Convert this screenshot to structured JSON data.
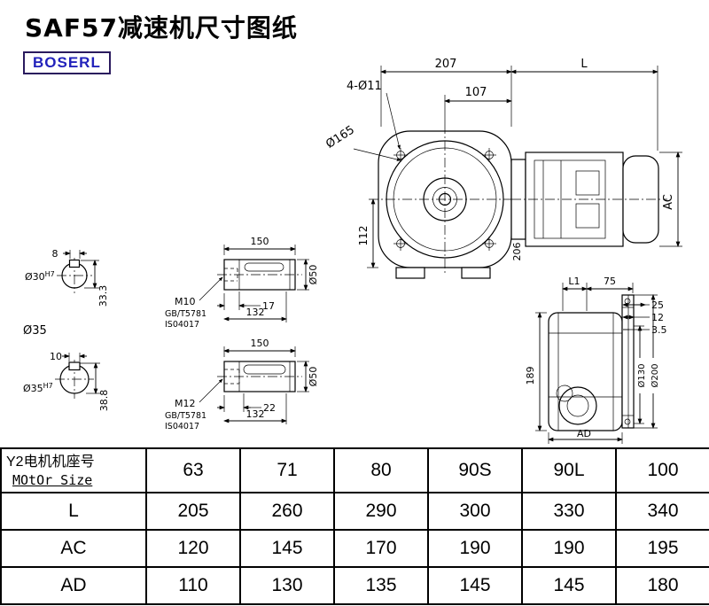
{
  "page": {
    "title": "SAF57减速机尺寸图纸",
    "brand": "BOSERL"
  },
  "front_view": {
    "dim_width": "207",
    "dim_motor_len": "L",
    "dim_107": "107",
    "dim_bolt_holes": "4-Ø11",
    "dim_flange_dia": "Ø165",
    "dim_112": "112",
    "dim_motor_height": "AC",
    "dim_206": "206"
  },
  "bore_section_top": {
    "key_width": "8",
    "bore": "Ø30",
    "tolerance": "H7",
    "depth": "33.3"
  },
  "bore_section_bottom": {
    "extra_label": "Ø35",
    "key_width": "10",
    "bore": "Ø35",
    "tolerance": "H7",
    "depth": "38.8"
  },
  "shaft_top": {
    "length": "150",
    "thread": "M10",
    "standard1": "GB/T5781",
    "standard2": "IS04017",
    "thread_depth": "17",
    "key_length": "132",
    "diameter": "Ø50"
  },
  "shaft_bottom": {
    "length": "150",
    "thread": "M12",
    "standard1": "GB/T5781",
    "standard2": "IS04017",
    "thread_depth": "22",
    "key_length": "132",
    "diameter": "Ø50"
  },
  "side_view": {
    "dim_l1": "L1",
    "dim_75": "75",
    "dim_25": "25",
    "dim_12": "12",
    "dim_3_5": "3.5",
    "dim_189": "189",
    "dim_d130": "Ø130",
    "dim_d200": "Ø200",
    "dim_ad": "AD"
  },
  "table": {
    "header": {
      "label_cn": "Y2电机机座号",
      "label_en": "MOtOr Size",
      "values": [
        "63",
        "71",
        "80",
        "90S",
        "90L",
        "100"
      ]
    },
    "rows": [
      {
        "label": "L",
        "values": [
          "205",
          "260",
          "290",
          "300",
          "330",
          "340"
        ]
      },
      {
        "label": "AC",
        "values": [
          "120",
          "145",
          "170",
          "190",
          "190",
          "195"
        ]
      },
      {
        "label": "AD",
        "values": [
          "110",
          "130",
          "135",
          "145",
          "145",
          "180"
        ]
      }
    ]
  }
}
